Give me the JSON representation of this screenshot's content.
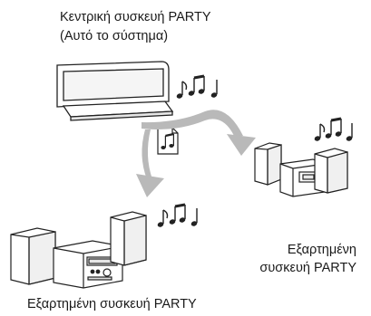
{
  "host": {
    "title": "Κεντρική συσκευή PARTY",
    "subtitle": "(Αυτό το σύστημα)"
  },
  "guest_right": {
    "line1": "Εξαρτημένη",
    "line2": "συσκευή PARTY"
  },
  "guest_bottom": {
    "label": "Εξαρτημένη συσκευή PARTY"
  },
  "icons": [
    "music-notes-icon",
    "music-file-icon",
    "arrow-icon",
    "speaker-icon",
    "stereo-unit-icon"
  ],
  "colors": {
    "arrow": "#b9b9b9",
    "outline": "#222222",
    "fill": "#ffffff"
  }
}
